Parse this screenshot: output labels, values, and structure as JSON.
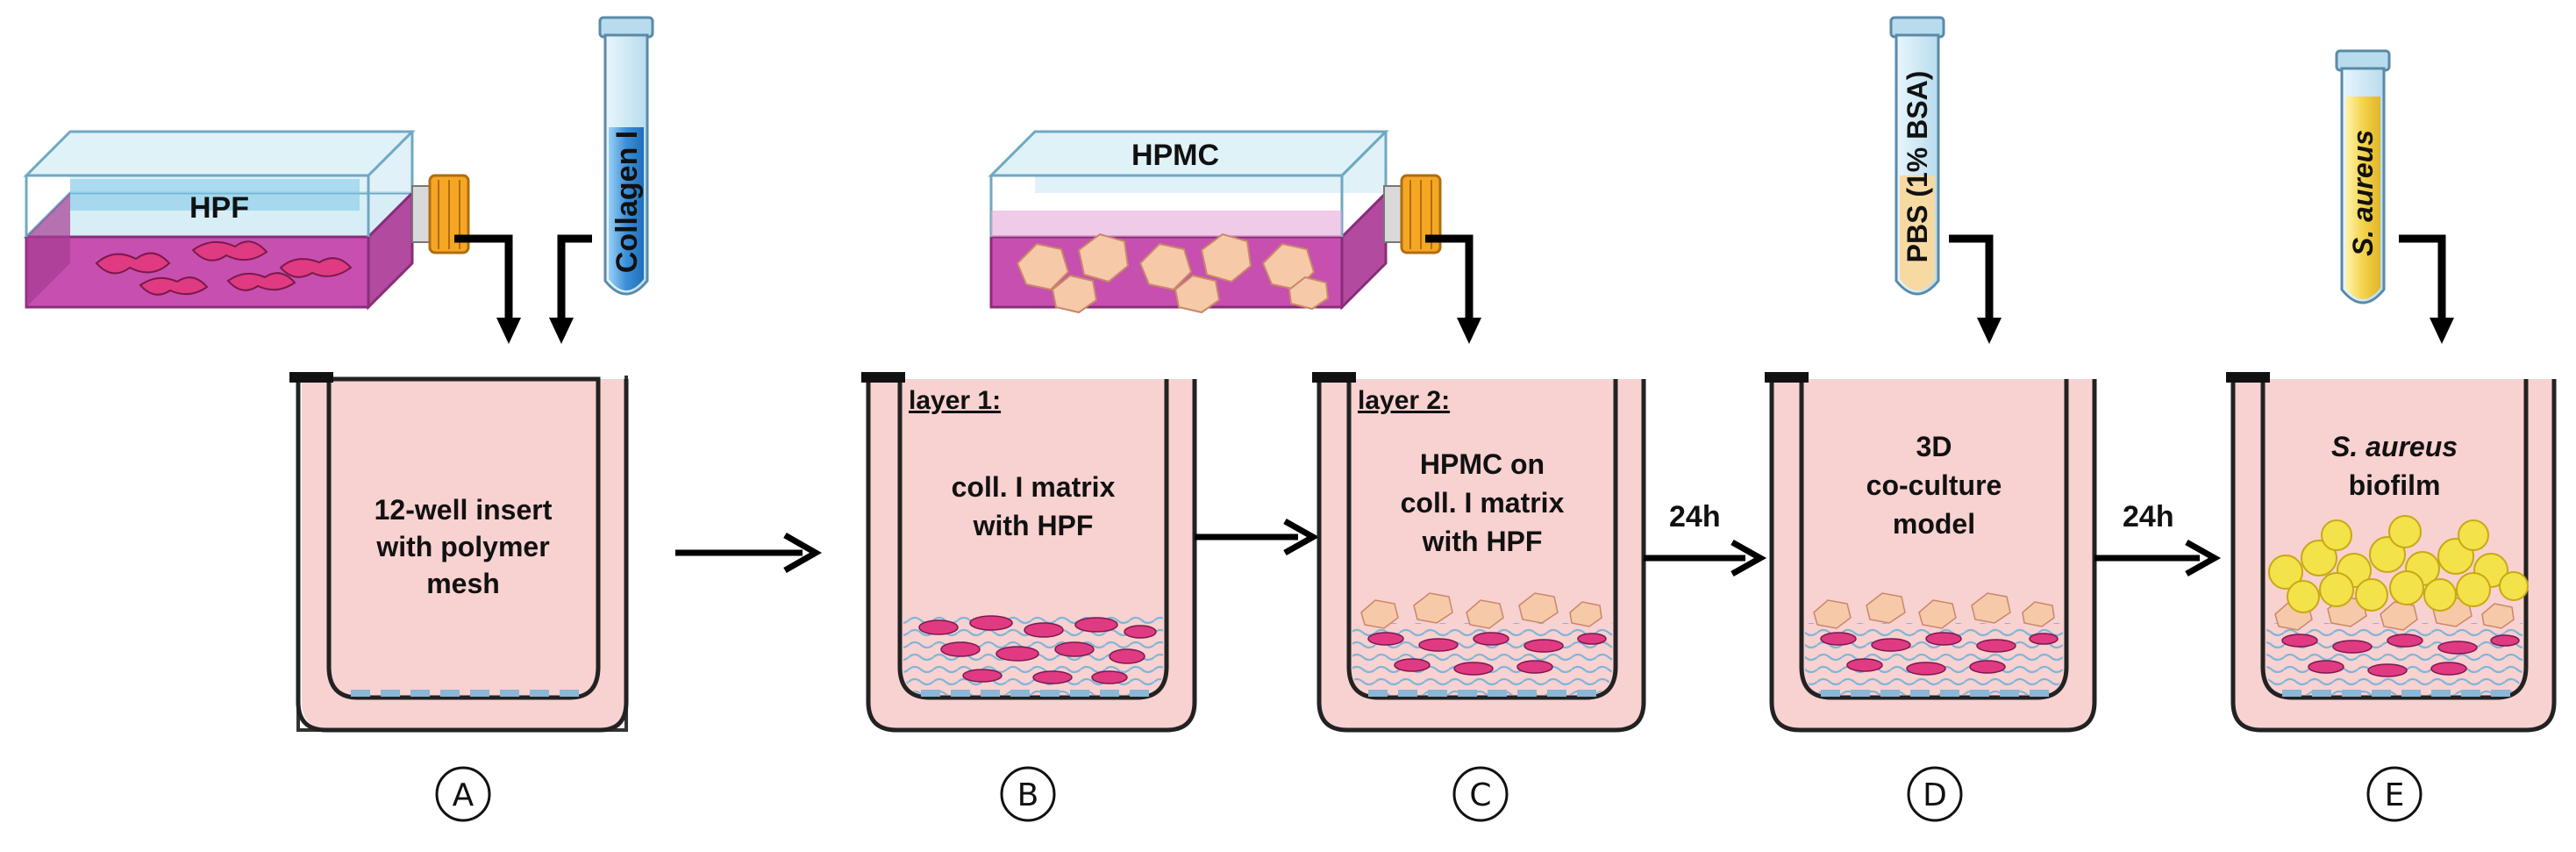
{
  "flasks": {
    "hpf": "HPF",
    "hpmc": "HPMC"
  },
  "tubes": {
    "collagen": "Collagen I",
    "pbs": "PBS (1% BSA)",
    "saureus": "S. aureus"
  },
  "wells": {
    "a": [
      "12-well insert",
      "with polymer",
      "mesh"
    ],
    "b_title": "layer 1:",
    "b": [
      "coll. I matrix",
      "with HPF"
    ],
    "c_title": "layer 2:",
    "c": [
      "HPMC on",
      "coll. I matrix",
      "with HPF"
    ],
    "d": [
      "3D",
      "co-culture",
      "model"
    ],
    "e_italic": "S. aureus",
    "e": "biofilm"
  },
  "times": {
    "cd": "24h",
    "de": "24h"
  },
  "steps": [
    "A",
    "B",
    "C",
    "D",
    "E"
  ],
  "colors": {
    "medium": "#f8d1d1",
    "flask_pink": "#c64fb0",
    "cap": "#f5a623",
    "collagen_blue": "#3b8fd8",
    "pbs_tint": "#f7d9a2",
    "bacteria": "#f3e24a"
  }
}
